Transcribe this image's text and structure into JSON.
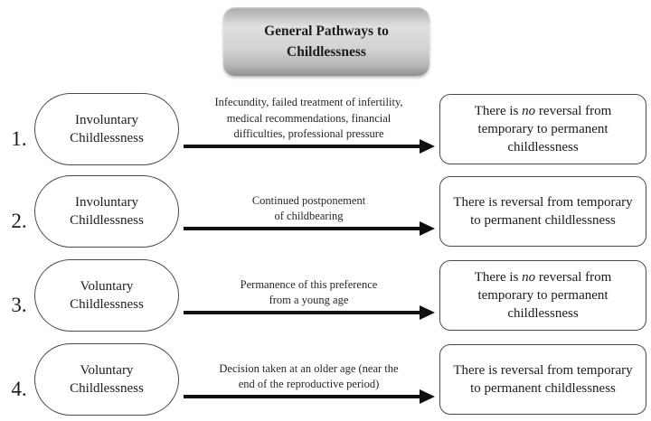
{
  "title": "General Pathways to\nChildlessness",
  "rows": [
    {
      "number": "1.",
      "category": "Involuntary\nChildlessness",
      "pathway": "Infecundity, failed treatment of infertility,\nmedical recommendations, financial\ndifficulties, professional pressure",
      "outcome": {
        "prefix": "There is ",
        "emphasis": "no",
        "suffix": " reversal from temporary to permanent childlessness"
      }
    },
    {
      "number": "2.",
      "category": "Involuntary\nChildlessness",
      "pathway": "Continued postponement\nof childbearing",
      "outcome": {
        "prefix": "There is ",
        "emphasis": "",
        "suffix": "reversal from temporary to permanent childlessness"
      }
    },
    {
      "number": "3.",
      "category": "Voluntary\nChildlessness",
      "pathway": "Permanence of this preference\nfrom a young age",
      "outcome": {
        "prefix": "There is ",
        "emphasis": "no",
        "suffix": " reversal from temporary to permanent childlessness"
      }
    },
    {
      "number": "4.",
      "category": "Voluntary\nChildlessness",
      "pathway": "Decision taken at an older age (near the\nend of the reproductive period)",
      "outcome": {
        "prefix": "There is ",
        "emphasis": "",
        "suffix": "reversal from temporary to permanent childlessness"
      }
    }
  ],
  "colors": {
    "text": "#1c1c1c",
    "box_border": "#4a4a4a",
    "arrow": "#101010",
    "title_top": "#a9a9a9",
    "title_light": "#e0e0e0",
    "title_bottom": "#8f8f8f",
    "background": "#ffffff"
  }
}
